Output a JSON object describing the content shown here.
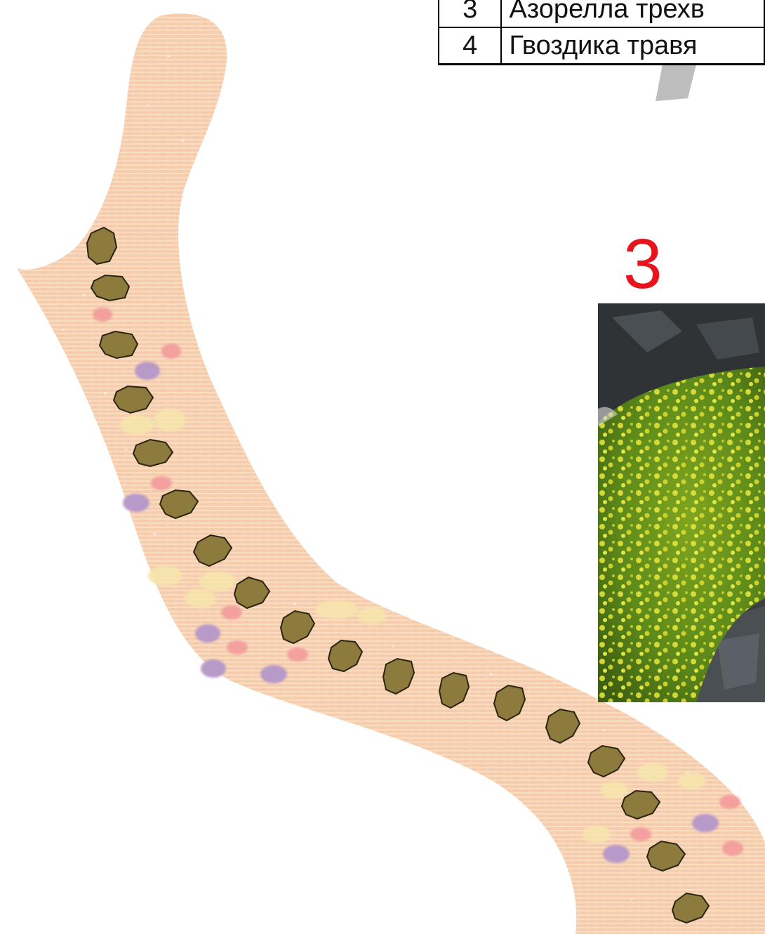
{
  "legend": {
    "rows": [
      {
        "number": "3",
        "name": "Азорелла трехв"
      },
      {
        "number": "4",
        "name": "Гвоздика травя"
      }
    ]
  },
  "photo": {
    "label": "3",
    "label_color": "#e8141b",
    "subject": "yellow-flowering cushion plant on rocks"
  },
  "plan": {
    "bed_color": "#f8d3b5",
    "stone_color": "#8a7a3c",
    "flower_colors": {
      "pink": "#f2a3a3",
      "purple": "#b99bc9",
      "yellow": "#f7e3a8"
    }
  }
}
